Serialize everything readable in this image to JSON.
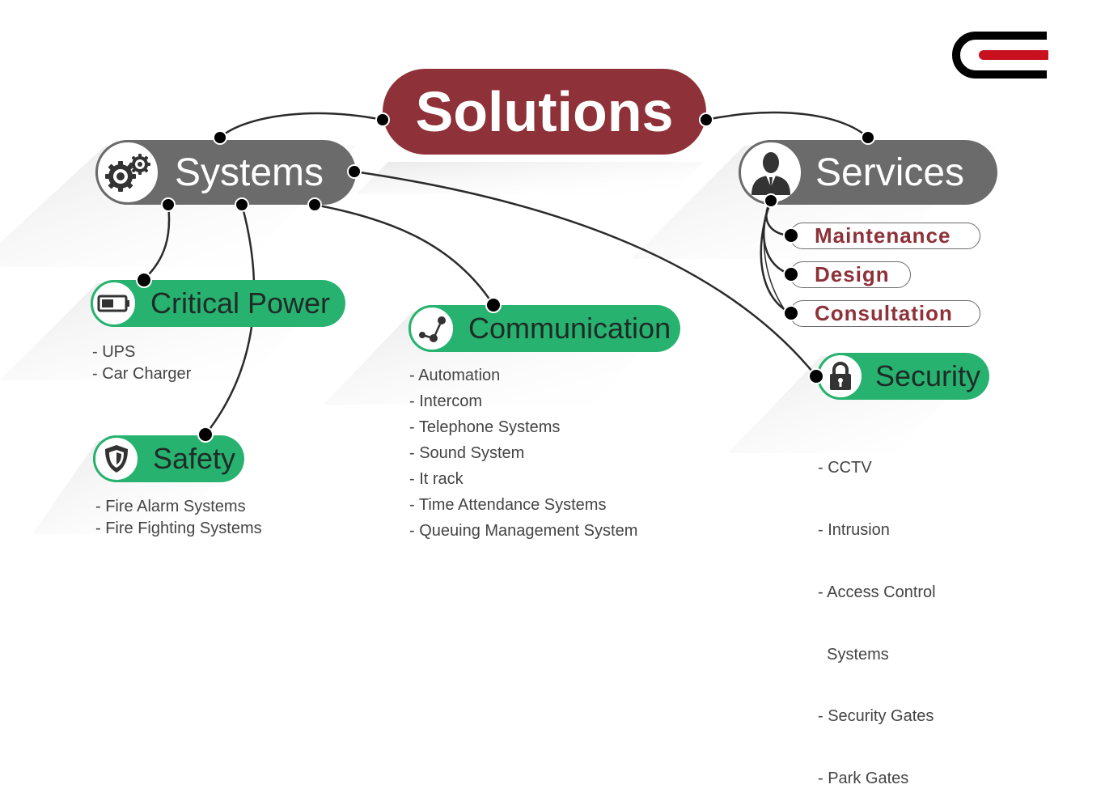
{
  "root": {
    "label": "Solutions",
    "color": "#8e3138"
  },
  "systems": {
    "label": "Systems",
    "icon": "gears-icon",
    "categories": {
      "critical_power": {
        "label": "Critical Power",
        "icon": "battery-icon",
        "items": [
          "- UPS",
          "- Car Charger"
        ]
      },
      "safety": {
        "label": "Safety",
        "icon": "shield-icon",
        "items": [
          "- Fire Alarm Systems",
          "- Fire Fighting Systems"
        ]
      },
      "communication": {
        "label": "Communication",
        "icon": "network-icon",
        "items": [
          "- Automation",
          "- Intercom",
          "- Telephone Systems",
          "- Sound System",
          "- It rack",
          "- Time Attendance Systems",
          "- Queuing Management System"
        ]
      },
      "security": {
        "label": "Security",
        "icon": "lock-icon",
        "items": [
          "- CCTV",
          "- Intrusion",
          "- Access Control",
          "  Systems",
          "- Security Gates",
          "- Park Gates"
        ]
      }
    }
  },
  "services": {
    "label": "Services",
    "icon": "person-icon",
    "items": [
      "Maintenance",
      "Design",
      "Consultation"
    ]
  },
  "colors": {
    "grey": "#6b6b6b",
    "green": "#27b36f",
    "maroon": "#8e3138",
    "logo_red": "#c8101e"
  },
  "logo": {
    "icon": "company-logo-icon"
  }
}
